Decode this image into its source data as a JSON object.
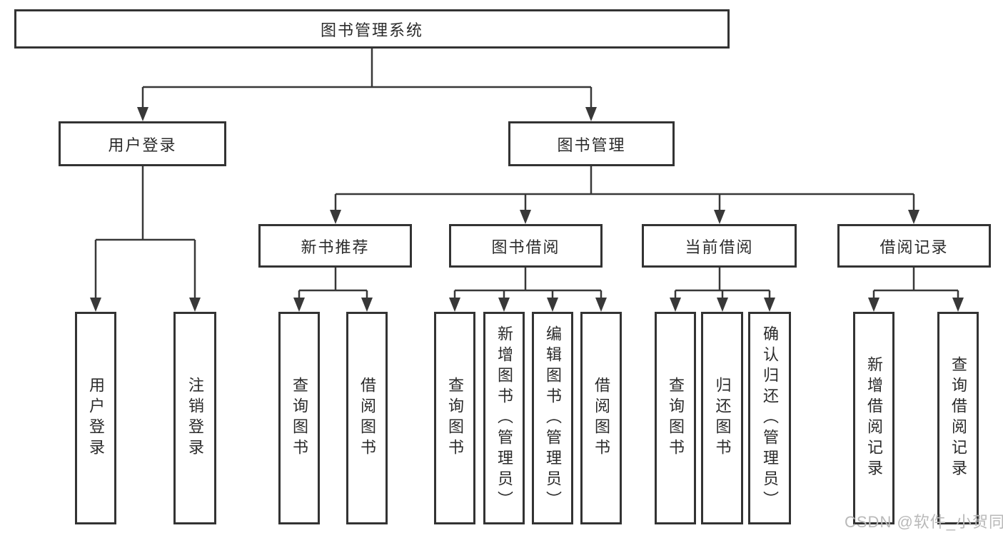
{
  "diagram": {
    "root": {
      "label": "图书管理系统"
    },
    "branches": [
      {
        "label": "用户登录",
        "children": [
          {
            "label": "用户登录"
          },
          {
            "label": "注销登录"
          }
        ]
      },
      {
        "label": "图书管理",
        "children": [
          {
            "label": "新书推荐",
            "children": [
              {
                "label": "查询图书"
              },
              {
                "label": "借阅图书"
              }
            ]
          },
          {
            "label": "图书借阅",
            "children": [
              {
                "label": "查询图书"
              },
              {
                "label": "新增图书（管理员）"
              },
              {
                "label": "编辑图书（管理员）"
              },
              {
                "label": "借阅图书"
              }
            ]
          },
          {
            "label": "当前借阅",
            "children": [
              {
                "label": "查询图书"
              },
              {
                "label": "归还图书"
              },
              {
                "label": "确认归还（管理员）"
              }
            ]
          },
          {
            "label": "借阅记录",
            "children": [
              {
                "label": "新增借阅记录"
              },
              {
                "label": "查询借阅记录"
              }
            ]
          }
        ]
      }
    ]
  },
  "watermark": {
    "text": "CSDN @软件_小贺同学"
  },
  "colors": {
    "line": "#383838",
    "border": "#333333",
    "text": "#2b2b2b",
    "watermark": "#b9b9b9",
    "background": "#ffffff"
  }
}
